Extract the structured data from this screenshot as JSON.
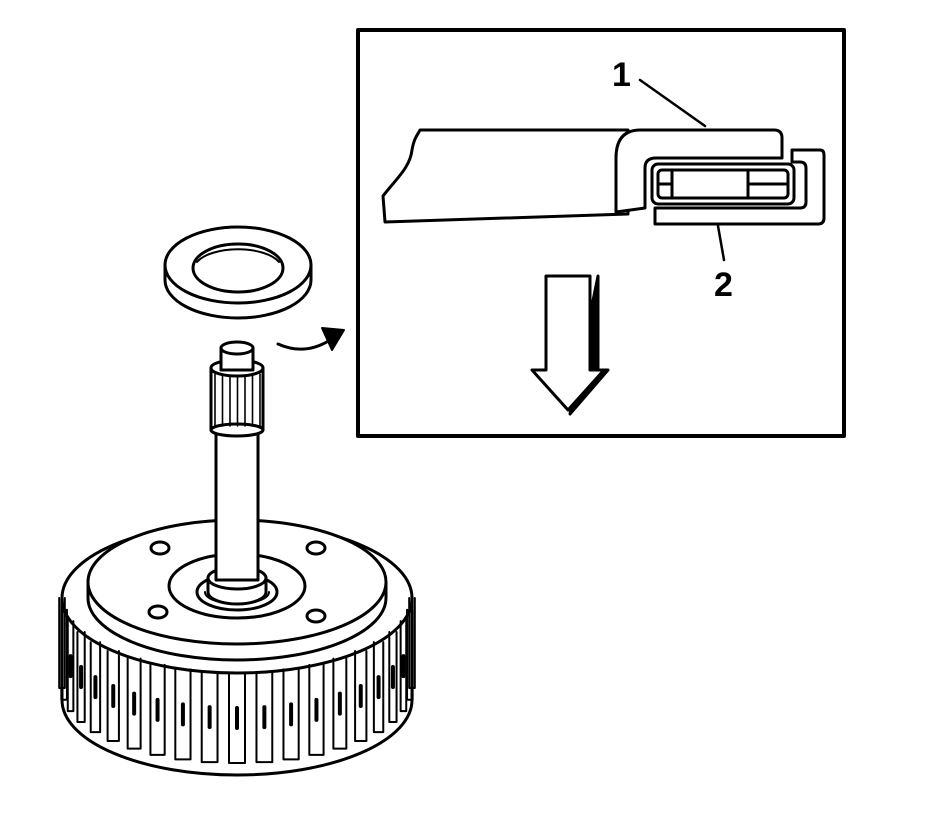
{
  "colors": {
    "line": "#000000",
    "background": "#ffffff"
  },
  "callouts": [
    {
      "id": "1",
      "label": "1"
    },
    {
      "id": "2",
      "label": "2"
    }
  ],
  "icons": {
    "direction_arrow": "arrow-down-icon",
    "pointer_arrow": "curved-arrow-icon"
  }
}
